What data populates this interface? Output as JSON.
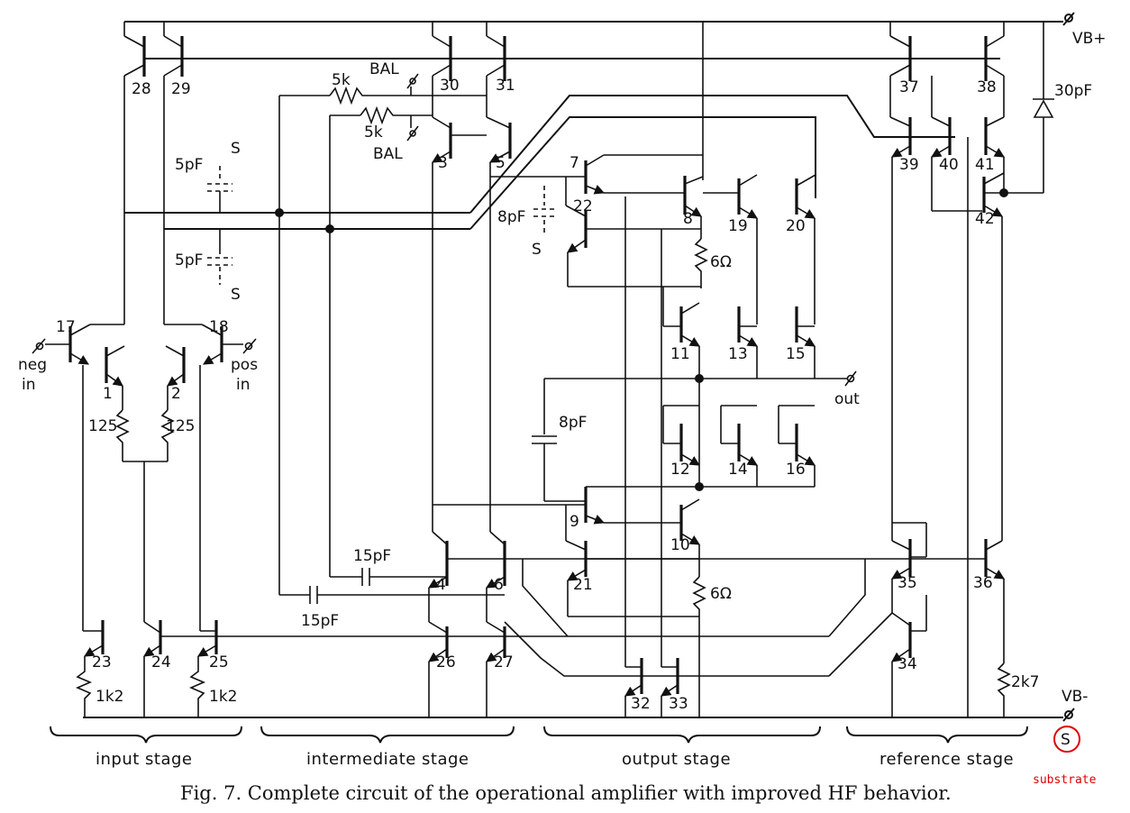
{
  "caption": "Fig. 7. Complete circuit of the operational amplifier with improved HF behavior.",
  "stages": [
    "input stage",
    "intermediate stage",
    "output stage",
    "reference stage"
  ],
  "terminals": {
    "vb_plus": "VB+",
    "vb_minus": "VB-",
    "neg_in_1": "neg",
    "neg_in_2": "in",
    "pos_in_1": "pos",
    "pos_in_2": "in",
    "out": "out",
    "bal_1": "BAL",
    "bal_2": "BAL",
    "substrate_symbol": "S",
    "substrate_note": "substrate"
  },
  "transistors": [
    "1",
    "2",
    "3",
    "4",
    "5",
    "6",
    "7",
    "8",
    "9",
    "10",
    "11",
    "12",
    "13",
    "14",
    "15",
    "16",
    "17",
    "18",
    "19",
    "20",
    "21",
    "22",
    "23",
    "24",
    "25",
    "26",
    "27",
    "28",
    "29",
    "30",
    "31",
    "32",
    "33",
    "34",
    "35",
    "36",
    "37",
    "38",
    "39",
    "40",
    "41",
    "42"
  ],
  "components": {
    "r_bal_1": "5k",
    "r_bal_2": "5k",
    "r_125_a": "125",
    "r_125_b": "125",
    "r_1k2_a": "1k2",
    "r_1k2_b": "1k2",
    "r_6ohm_a": "6Ω",
    "r_6ohm_b": "6Ω",
    "r_2k7": "2k7",
    "c_5pf_a": "5pF",
    "c_5pf_b": "5pF",
    "c_8pf_a": "8pF",
    "c_8pf_b": "8pF",
    "c_15pf_a": "15pF",
    "c_15pf_b": "15pF",
    "c_30pf": "30pF",
    "s_a": "S",
    "s_b": "S",
    "s_c": "S"
  },
  "colors": {
    "ink": "#111111",
    "substrate": "#e00000"
  }
}
